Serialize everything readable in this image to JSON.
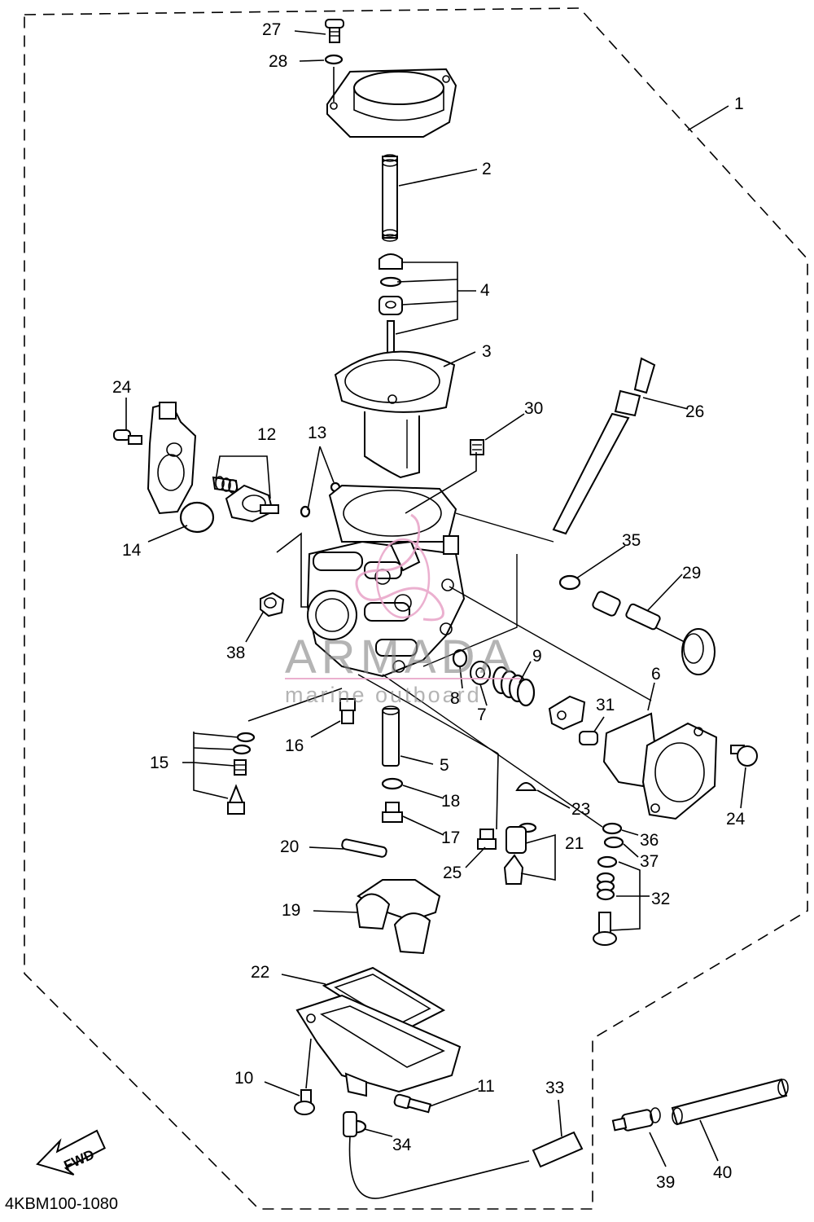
{
  "diagram_code": "4KBM100-1080",
  "fwd_label": "FWD",
  "watermark": {
    "brand": "ARMADA",
    "tagline": "marine outboard",
    "color": "#e8a3c7",
    "text_color": "#8a8a8a"
  },
  "callouts": [
    {
      "id": "c1",
      "label": "1"
    },
    {
      "id": "c2",
      "label": "2"
    },
    {
      "id": "c3",
      "label": "3"
    },
    {
      "id": "c4",
      "label": "4"
    },
    {
      "id": "c5",
      "label": "5"
    },
    {
      "id": "c6",
      "label": "6"
    },
    {
      "id": "c7",
      "label": "7"
    },
    {
      "id": "c8",
      "label": "8"
    },
    {
      "id": "c9",
      "label": "9"
    },
    {
      "id": "c10",
      "label": "10"
    },
    {
      "id": "c11",
      "label": "11"
    },
    {
      "id": "c12",
      "label": "12"
    },
    {
      "id": "c13",
      "label": "13"
    },
    {
      "id": "c14",
      "label": "14"
    },
    {
      "id": "c15",
      "label": "15"
    },
    {
      "id": "c16",
      "label": "16"
    },
    {
      "id": "c17",
      "label": "17"
    },
    {
      "id": "c18",
      "label": "18"
    },
    {
      "id": "c19",
      "label": "19"
    },
    {
      "id": "c20",
      "label": "20"
    },
    {
      "id": "c21",
      "label": "21"
    },
    {
      "id": "c22",
      "label": "22"
    },
    {
      "id": "c23",
      "label": "23"
    },
    {
      "id": "c24a",
      "label": "24"
    },
    {
      "id": "c24b",
      "label": "24"
    },
    {
      "id": "c25",
      "label": "25"
    },
    {
      "id": "c26",
      "label": "26"
    },
    {
      "id": "c27",
      "label": "27"
    },
    {
      "id": "c28",
      "label": "28"
    },
    {
      "id": "c29",
      "label": "29"
    },
    {
      "id": "c30",
      "label": "30"
    },
    {
      "id": "c31",
      "label": "31"
    },
    {
      "id": "c32",
      "label": "32"
    },
    {
      "id": "c33",
      "label": "33"
    },
    {
      "id": "c34",
      "label": "34"
    },
    {
      "id": "c35",
      "label": "35"
    },
    {
      "id": "c36",
      "label": "36"
    },
    {
      "id": "c37",
      "label": "37"
    },
    {
      "id": "c38",
      "label": "38"
    },
    {
      "id": "c39",
      "label": "39"
    },
    {
      "id": "c40",
      "label": "40"
    }
  ]
}
